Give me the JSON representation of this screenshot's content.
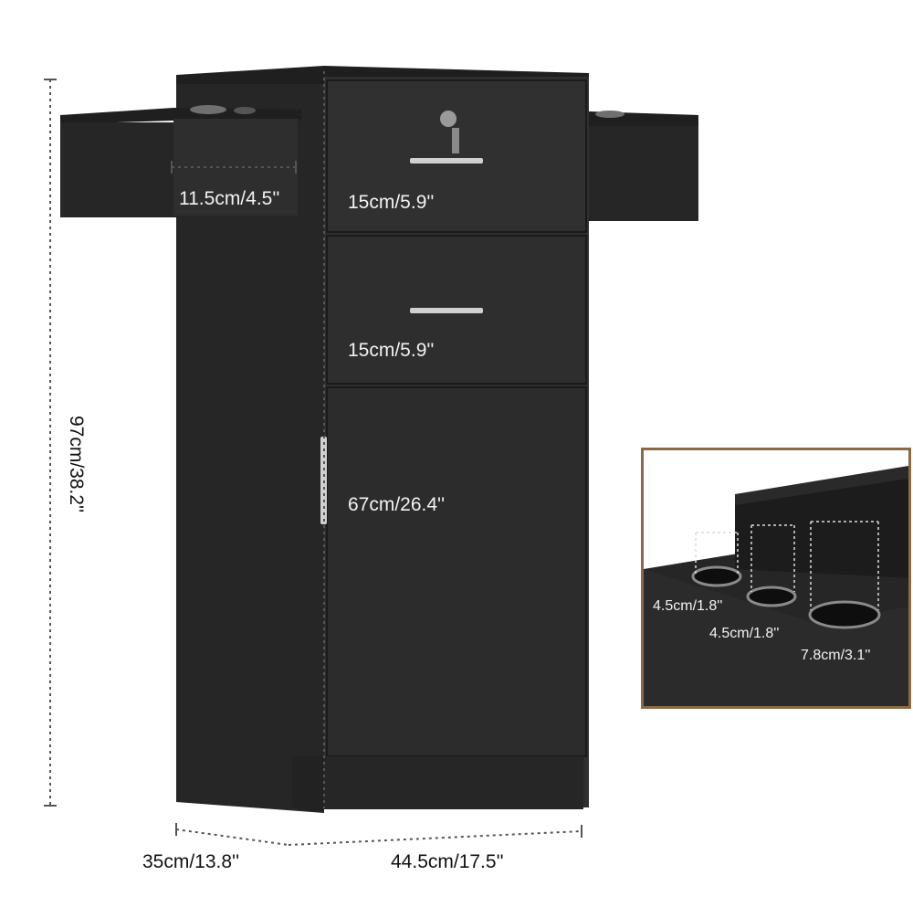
{
  "dimensions": {
    "height_total": "97cm/38.2''",
    "side_tray_depth": "11.5cm/4.5''",
    "top_drawer_height": "15cm/5.9''",
    "middle_drawer_height": "15cm/5.9''",
    "door_height": "67cm/26.4''",
    "depth": "35cm/13.8''",
    "width": "44.5cm/17.5''"
  },
  "holder_inset": {
    "hole_small_1": "4.5cm/1.8''",
    "hole_small_2": "4.5cm/1.8''",
    "hole_large": "7.8cm/3.1''"
  },
  "colors": {
    "cabinet_black": "#2b2b2b",
    "frame_brown": "#8a6a42",
    "dimension_line": "#555555"
  }
}
